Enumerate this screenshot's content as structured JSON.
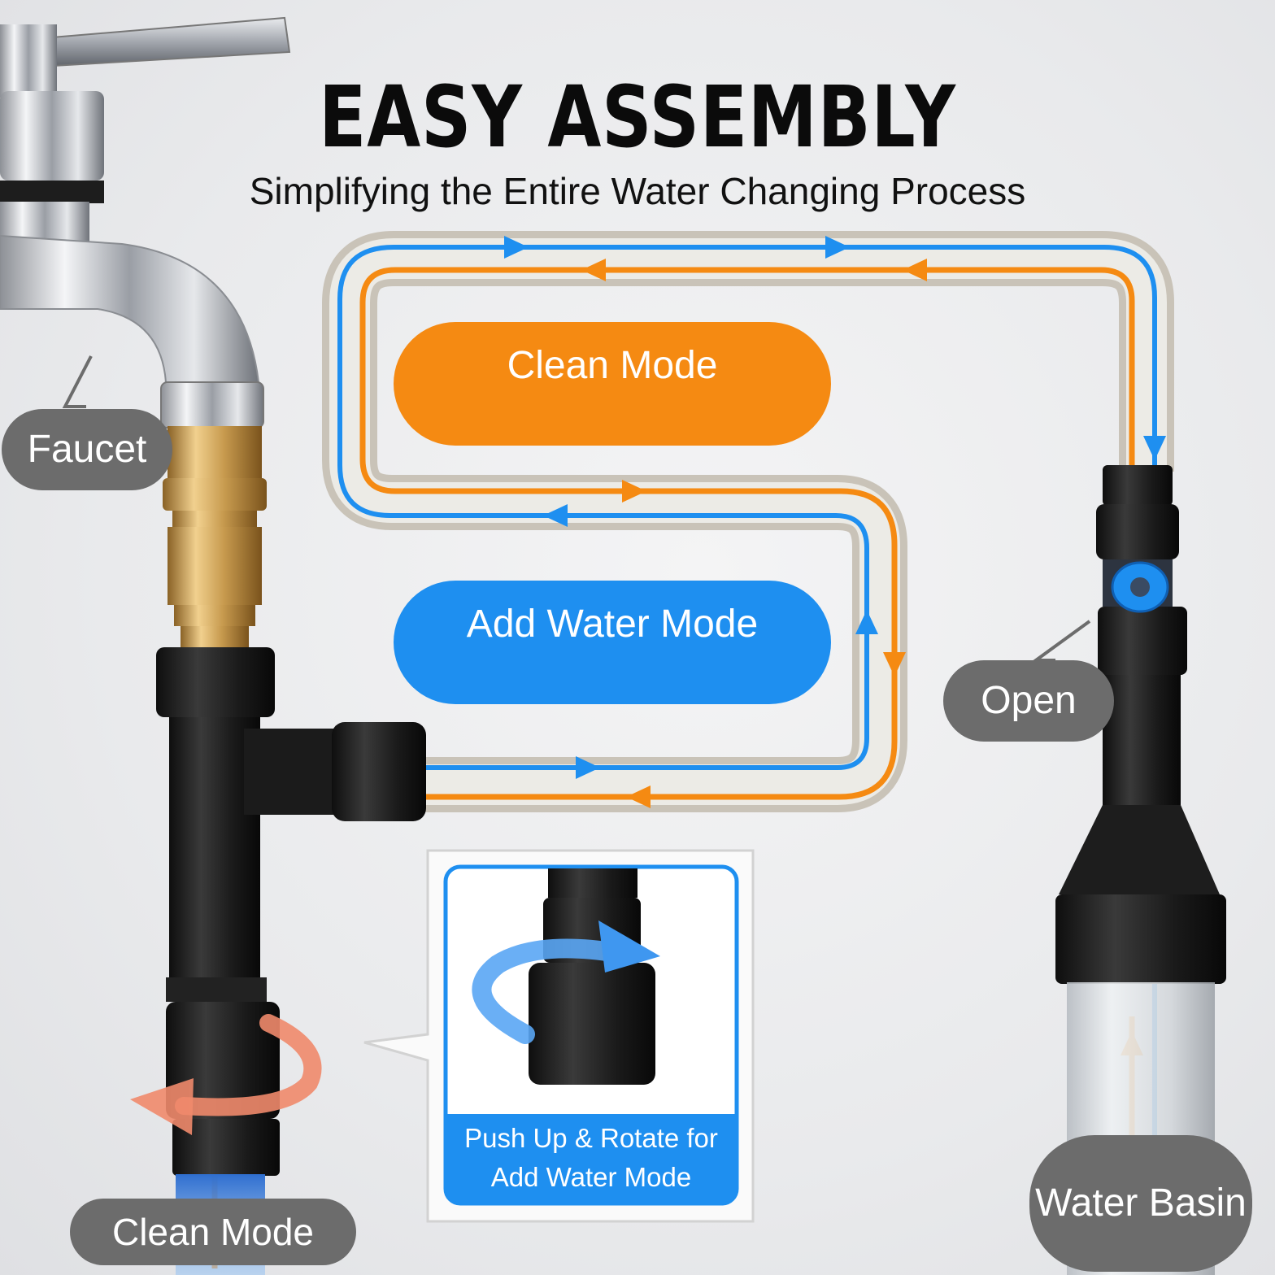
{
  "header": {
    "title": "EASY ASSEMBLY",
    "subtitle": "Simplifying the Entire Water Changing Process"
  },
  "modes": {
    "clean_mode": "Clean Mode",
    "add_water_mode": "Add Water Mode"
  },
  "callouts": {
    "faucet": "Faucet",
    "open": "Open",
    "clean_mode": "Clean Mode",
    "water_basin": "Water Basin"
  },
  "inset": {
    "caption": "Push Up & Rotate for Add Water Mode"
  },
  "colors": {
    "clean_flow": "#f58a12",
    "add_water_flow": "#1e8ff0",
    "callout_gray": "#6c6c6c",
    "hose": "#dcd6cc",
    "fitting_black": "#1c1c1c",
    "brass": "#c79a4e"
  }
}
